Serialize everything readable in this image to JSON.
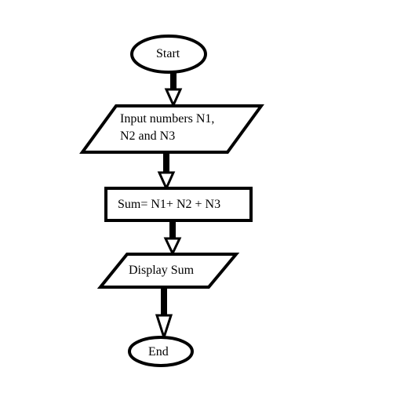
{
  "diagram": {
    "type": "flowchart",
    "nodes": [
      {
        "id": "start",
        "shape": "terminator",
        "lines": [
          "Start"
        ]
      },
      {
        "id": "input",
        "shape": "parallelogram",
        "lines": [
          "Input numbers N1,",
          "N2 and N3"
        ]
      },
      {
        "id": "sum",
        "shape": "process",
        "lines": [
          "Sum= N1+ N2 + N3"
        ]
      },
      {
        "id": "display",
        "shape": "parallelogram",
        "lines": [
          "Display Sum"
        ]
      },
      {
        "id": "end",
        "shape": "terminator",
        "lines": [
          "End"
        ]
      }
    ],
    "edges": [
      {
        "from": "start",
        "to": "input"
      },
      {
        "from": "input",
        "to": "sum"
      },
      {
        "from": "sum",
        "to": "display"
      },
      {
        "from": "display",
        "to": "end"
      }
    ],
    "colors": {
      "stroke": "#000000",
      "background": "#ffffff",
      "text": "#000000"
    }
  }
}
